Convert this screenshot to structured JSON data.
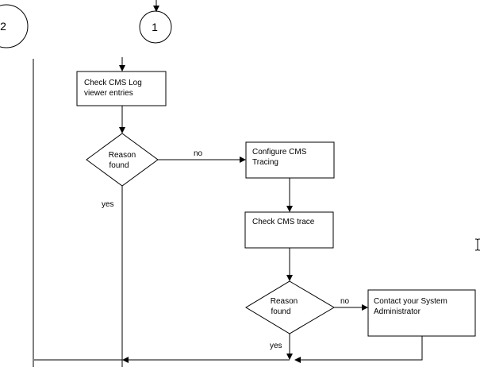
{
  "connectors": {
    "left": "2",
    "top": "1"
  },
  "boxes": {
    "check_log": [
      "Check CMS Log",
      "viewer entries"
    ],
    "configure_tracing": [
      "Configure CMS",
      "Tracing"
    ],
    "check_trace": [
      "Check CMS trace"
    ],
    "contact_admin": [
      "Contact your System",
      "Administrator"
    ]
  },
  "decisions": {
    "first": [
      "Reason",
      "found"
    ],
    "second": [
      "Reason",
      "found"
    ]
  },
  "edge_labels": {
    "no_first": "no",
    "yes_first": "yes",
    "no_second": "no",
    "yes_second": "yes"
  },
  "colors": {
    "stroke": "#000000",
    "background": "#ffffff"
  }
}
